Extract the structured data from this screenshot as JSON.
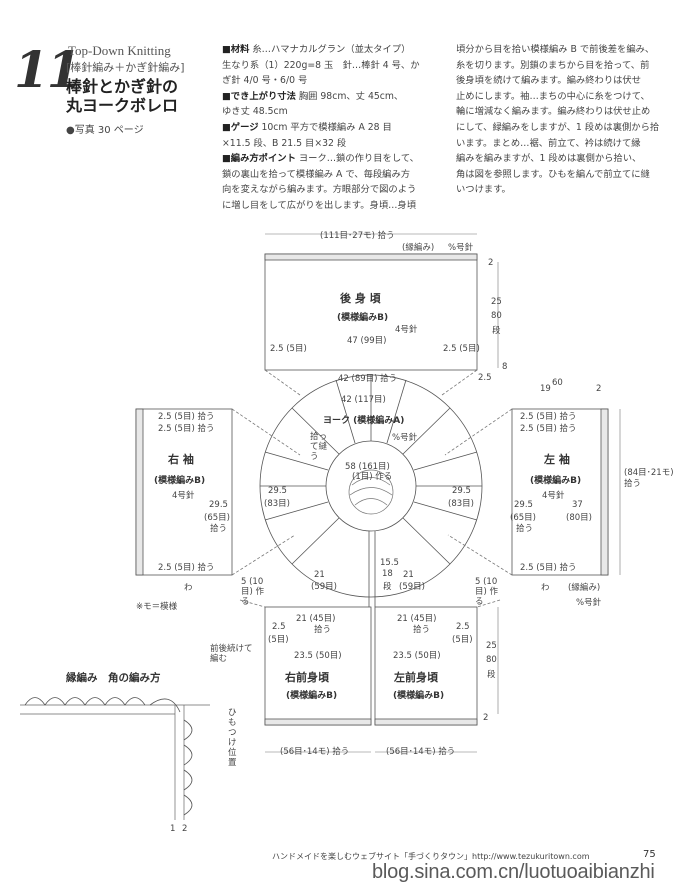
{
  "header": {
    "number": "11",
    "subtitle_en": "Top-Down Knitting",
    "subtitle_jp": "[棒針編み＋かぎ針編み]",
    "title_line1": "棒針とかぎ針の",
    "title_line2": "丸ヨークボレロ",
    "photo_ref": "●写真 30 ページ"
  },
  "instructions": {
    "col1": [
      {
        "head": "■材料",
        "text": "糸…ハマナカルグラン（並太タイプ）"
      },
      {
        "head": "",
        "text": "生なり系（1）220g=8 玉　針…棒針 4 号、か"
      },
      {
        "head": "",
        "text": "ぎ針 4/0 号・6/0 号"
      },
      {
        "head": "■でき上がり寸法",
        "text": "胸囲 98cm、丈 45cm、"
      },
      {
        "head": "",
        "text": "ゆき丈 48.5cm"
      },
      {
        "head": "■ゲージ",
        "text": "10cm 平方で模様編み A 28 目"
      },
      {
        "head": "",
        "text": "×11.5 段、B 21.5 目×32 段"
      },
      {
        "head": "■編み方ポイント",
        "text": "ヨーク…鎖の作り目をして、"
      },
      {
        "head": "",
        "text": "鎖の裏山を拾って模様編み A で、毎段編み方"
      },
      {
        "head": "",
        "text": "向を変えながら編みます。方眼部分で図のよう"
      },
      {
        "head": "",
        "text": "に増し目をして広がりを出します。身頃…身頃"
      }
    ],
    "col2": [
      "頃分から目を拾い模様編み B で前後差を編み、",
      "糸を切ります。別鎖のまちから目を拾って、前",
      "後身頃を続けて編みます。編み終わりは伏せ",
      "止めにします。袖…まちの中心に糸をつけて、",
      "輪に増減なく編みます。編み終わりは伏せ止め",
      "にして、緑編みをしますが、1 段めは裏側から拾",
      "います。まとめ…裾、前立て、衿は続けて縁",
      "編みを編みますが、1 段めは裏側から拾い、",
      "角は図を参照します。ひもを編んで前立てに縫",
      "いつけます。"
    ]
  },
  "diagram": {
    "top_width": "(111目･27モ) 拾う",
    "edge_top": "(縁編み)",
    "needle6": "%号針",
    "back_title": "後 身 頃",
    "back_pattern": "(模様編みB)",
    "needle4": "4号針",
    "back_width": "47 (99目)",
    "back_pick": "42 (89目) 拾う",
    "yoke_outer": "42 (117目)",
    "yoke_title": "ヨーク (模様編みA)",
    "needle_yoke": "%号針",
    "yoke_inner": "58 (161目)",
    "yoke_inner2": "(1目) 作る",
    "pick_sew": "拾って縫う",
    "yoke_side": "29.5",
    "yoke_side_st": "(83目)",
    "sleeve_r_title": "右 袖",
    "sleeve_l_title": "左 袖",
    "sleeve_pattern": "(模様編みB)",
    "sleeve_len": "29.5",
    "sleeve_len_st": "(65目)",
    "sleeve_pick": "拾う",
    "sleeve_37": "37",
    "sleeve_37_st": "(80目)",
    "sleeve_edge_side": "(84目･21モ) 拾う",
    "gusset": "2.5 (5目) 拾う",
    "gusset_b": "2.5 (5目)",
    "front_r_title": "右前身頃",
    "front_l_title": "左前身頃",
    "front_pattern": "(模様編みB)",
    "front_21": "21 (45目)",
    "front_21b": "21",
    "front_59": "(59目)",
    "front_pick": "拾う",
    "front_25": "2.5",
    "front_5": "(5目)",
    "front_235": "23.5 (50目)",
    "front_155": "15.5",
    "front_18": "18",
    "front_dan": "段",
    "make5": "5 (10目) 作る",
    "bottom_pick": "(56目･14モ) 拾う",
    "back_join": "前後続けて編む",
    "dim_25": "25",
    "dim_80": "80",
    "dim_8": "8",
    "dim_2": "2",
    "dim_19": "19",
    "dim_60": "60",
    "dim_25b": "2.5",
    "wa": "わ",
    "mo_note": "※モ＝模様",
    "edge_label": "(縁編み)",
    "stitch_dan": "段"
  },
  "edge_chart": {
    "title": "縁編み　角の編み方",
    "himo": "ひもつけ位置",
    "row1": "1",
    "row2": "2"
  },
  "footer": {
    "site": "ハンドメイドを楽しむウェブサイト「手づくりタウン」http://www.tezukuritown.com",
    "page": "75",
    "watermark": "blog.sina.com.cn/luotuoaibianzhi"
  }
}
